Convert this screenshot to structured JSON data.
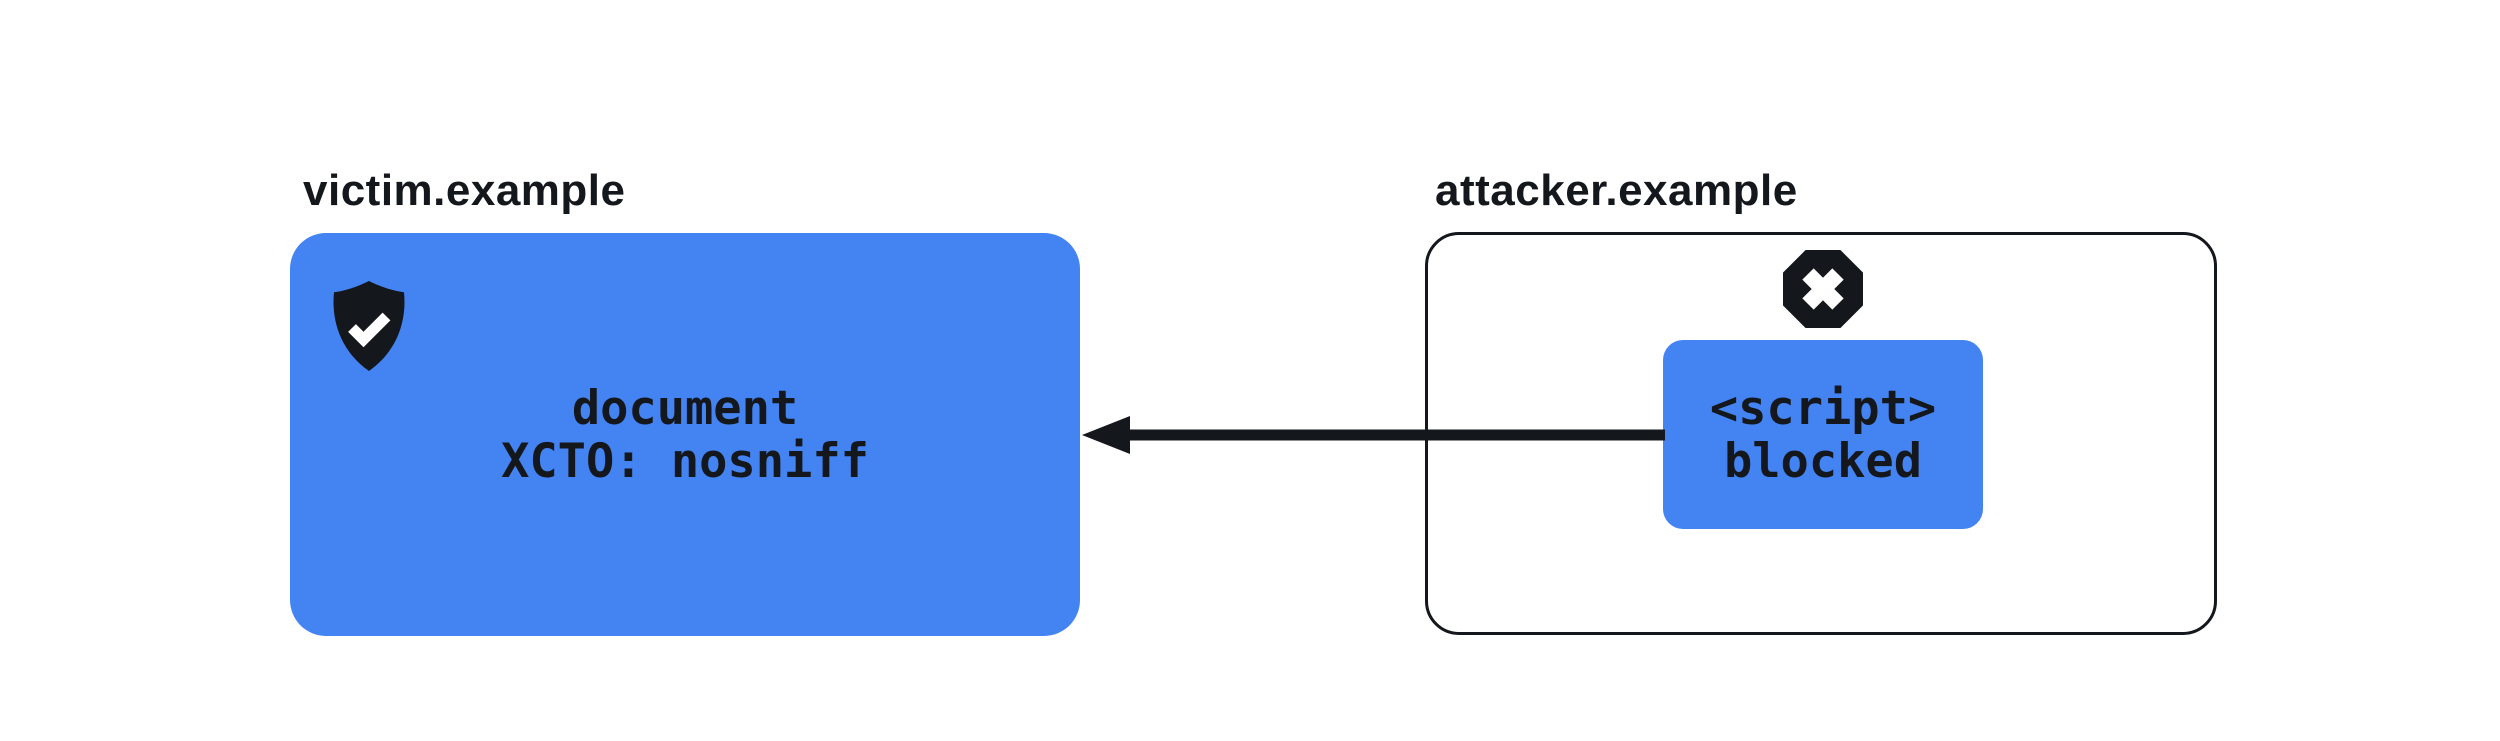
{
  "victim": {
    "label": "victim.example",
    "lines": [
      "document",
      "XCTO: nosniff"
    ],
    "icon": "shield-check-icon"
  },
  "attacker": {
    "label": "attacker.example",
    "icon": "blocked-cross-octagon-icon",
    "script": {
      "lines": [
        "<script>",
        "blocked"
      ]
    }
  },
  "arrow": {
    "direction": "right-to-left"
  },
  "colors": {
    "blue": "#4483F2",
    "ink": "#14171c",
    "background": "#ffffff"
  }
}
